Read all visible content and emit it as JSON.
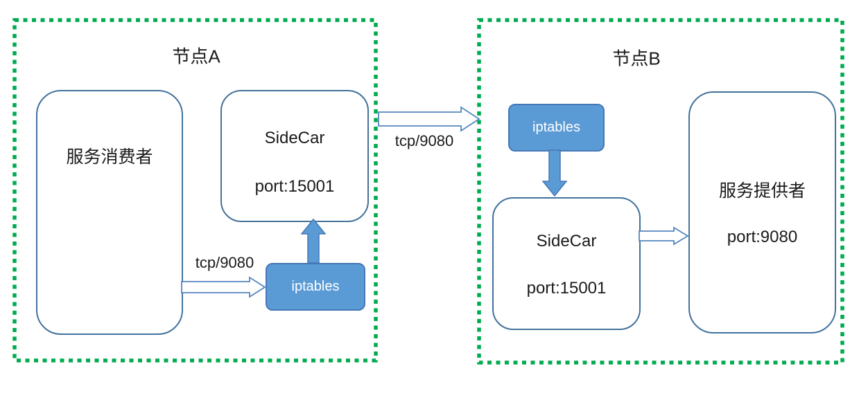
{
  "diagram": {
    "node_a": {
      "title": "节点A",
      "consumer_label": "服务消费者",
      "sidecar_title": "SideCar",
      "sidecar_port": "port:15001",
      "iptables_label": "iptables",
      "traffic_label": "tcp/9080"
    },
    "link": {
      "label": "tcp/9080"
    },
    "node_b": {
      "title": "节点B",
      "iptables_label": "iptables",
      "sidecar_title": "SideCar",
      "sidecar_port": "port:15001",
      "provider_label": "服务提供者",
      "provider_port": "port:9080"
    },
    "colors": {
      "node_border_green": "#00AB50",
      "box_stroke_blue": "#41719C",
      "iptables_fill_blue": "#5B9BD5",
      "arrow_stroke_blue": "#5585C0",
      "text_black": "#1a1a1a",
      "iptables_text_white": "#ffffff"
    }
  }
}
